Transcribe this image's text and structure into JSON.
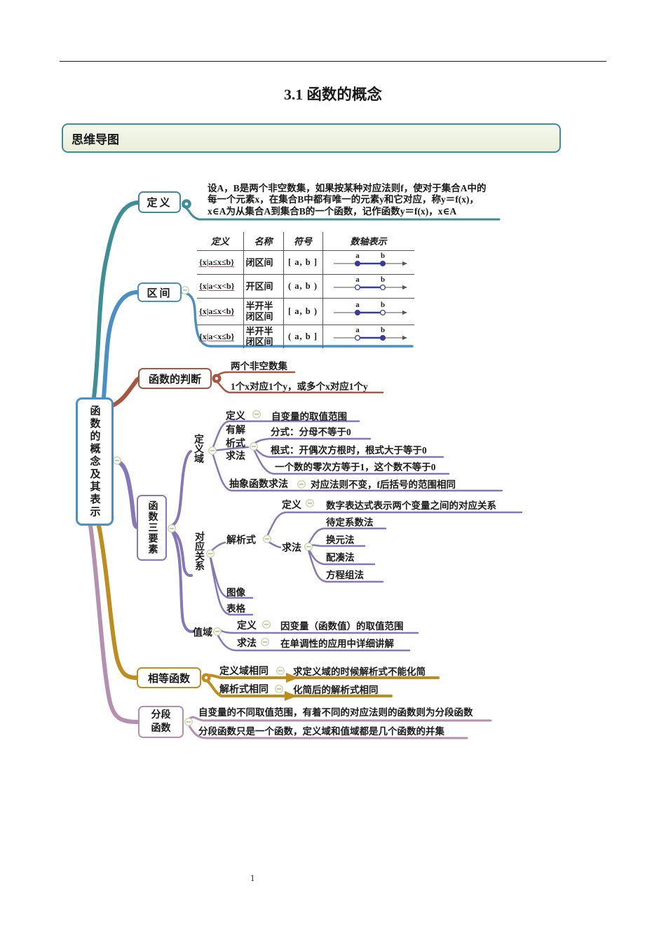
{
  "page": {
    "title": "3.1 函数的概念",
    "page_number": "1"
  },
  "banner": {
    "label": "思维导图"
  },
  "map": {
    "root": "函数的概念及其表示",
    "definition": {
      "label": "定义",
      "text_lines": [
        "设A，B是两个非空数集，如果按某种对应法则f，使对于集合A中的",
        "每一个元素x，在集合B中都有唯一的元素y和它对应，称y＝f(x)，",
        "x∈A为从集合A到集合B的一个函数，记作函数y＝f(x)，x∈A"
      ]
    },
    "interval": {
      "label": "区间",
      "table": {
        "headers": [
          "定义",
          "名称",
          "符号",
          "数轴表示"
        ],
        "rows": [
          {
            "set": "{x|a≤x≤b}",
            "name": "闭区间",
            "symbol": "[ a, b ]",
            "a_label": "a",
            "b_label": "b",
            "a_dot": "dot dot-closed",
            "b_dot": "dot dot-closed"
          },
          {
            "set": "{x|a<x<b}",
            "name": "开区间",
            "symbol": "( a, b )",
            "a_label": "a",
            "b_label": "b",
            "a_dot": "dot dot-open",
            "b_dot": "dot dot-open"
          },
          {
            "set": "{x|a≤x<b}",
            "name": "半开半闭区间",
            "symbol": "[ a, b )",
            "a_label": "a",
            "b_label": "b",
            "a_dot": "dot dot-closed",
            "b_dot": "dot dot-open"
          },
          {
            "set": "{x|a<x≤b}",
            "name": "半开半闭区间",
            "symbol": "( a, b ]",
            "a_label": "a",
            "b_label": "b",
            "a_dot": "dot dot-open",
            "b_dot": "dot dot-closed"
          }
        ]
      }
    },
    "judgement": {
      "label": "函数的判断",
      "items": [
        "两个非空数集",
        "1个x对应1个y，或多个x对应1个y"
      ]
    },
    "elements": {
      "label": "函数三要素",
      "domain": {
        "label": "定义域",
        "definition_label": "定义",
        "definition": "自变量的取值范围",
        "analytic_label": "有解析式求法",
        "analytic_items": [
          "分式：分母不等于0",
          "根式：开偶次方根时，根式大于等于0",
          "一个数的零次方等于1，这个数不等于0"
        ],
        "abstract_label": "抽象函数求法",
        "abstract": "对应法则不变，f后括号的范围相同"
      },
      "correspondence": {
        "label": "对应关系",
        "analytic_label": "解析式",
        "definition_label": "定义",
        "definition": "数字表达式表示两个变量之间的对应关系",
        "methods_label": "求法",
        "methods": [
          "待定系数法",
          "换元法",
          "配凑法",
          "方程组法"
        ],
        "graph_label": "图像",
        "table_label": "表格"
      },
      "range": {
        "label": "值域",
        "definition_label": "定义",
        "definition": "因变量（函数值）的取值范围",
        "methods_label": "求法",
        "methods_desc": "在单调性的应用中详细讲解"
      }
    },
    "equal": {
      "label": "相等函数",
      "rows": [
        {
          "label": "定义域相同",
          "desc": "求定义域的时候解析式不能化简"
        },
        {
          "label": "解析式相同",
          "desc": "化简后的解析式相同"
        }
      ]
    },
    "piecewise": {
      "label": "分段函数",
      "items": [
        "自变量的不同取值范围，有着不同的对应法则的函数则为分段函数",
        "分段函数只是一个函数，定义域和值域都是几个函数的并集"
      ]
    },
    "colors": {
      "teal": "#3e8e96",
      "blue": "#4a90c4",
      "red": "#a9553f",
      "purple": "#8677b8",
      "gold": "#bf8d1e",
      "mauve": "#b48fb0",
      "axis_dot": "#3a3a9a"
    }
  }
}
